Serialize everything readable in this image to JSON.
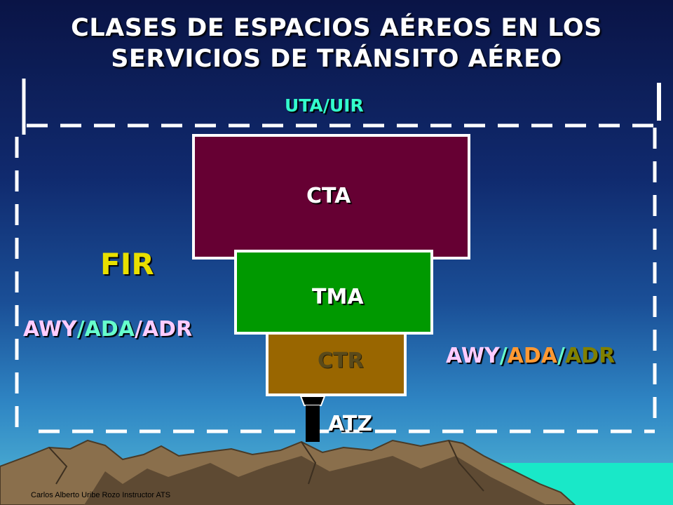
{
  "title": {
    "line1": "CLASES DE ESPACIOS AÉREOS EN LOS",
    "line2": "SERVICIOS DE TRÁNSITO AÉREO"
  },
  "zones": {
    "uta": "UTA/UIR",
    "fir": "FIR",
    "cta": "CTA",
    "tma": "TMA",
    "ctr": "CTR",
    "atz": "ATZ"
  },
  "routes_left": {
    "awy": "AWY",
    "sep1": "/",
    "ada": "ADA",
    "sep2": "/",
    "adr": "ADR"
  },
  "routes_right": {
    "awy": "AWY",
    "sep1": "/",
    "ada": "ADA",
    "sep2": "/",
    "adr": "ADR"
  },
  "footer": "Carlos Alberto Uribe Rozo Instructor ATS",
  "colors": {
    "cta_fill": "#660033",
    "tma_fill": "#009900",
    "ctr_fill": "#996600",
    "fir_text": "#e8e000",
    "uta_text": "#33ffcc",
    "ctr_text": "#5a4a1a",
    "awy_text": "#ffccff",
    "ada_left_text": "#66ffcc",
    "adr_left_text": "#ffccff",
    "sep_right_text": "#66ffcc",
    "ada_right_text": "#ff9933",
    "adr_right_text": "#808000"
  }
}
